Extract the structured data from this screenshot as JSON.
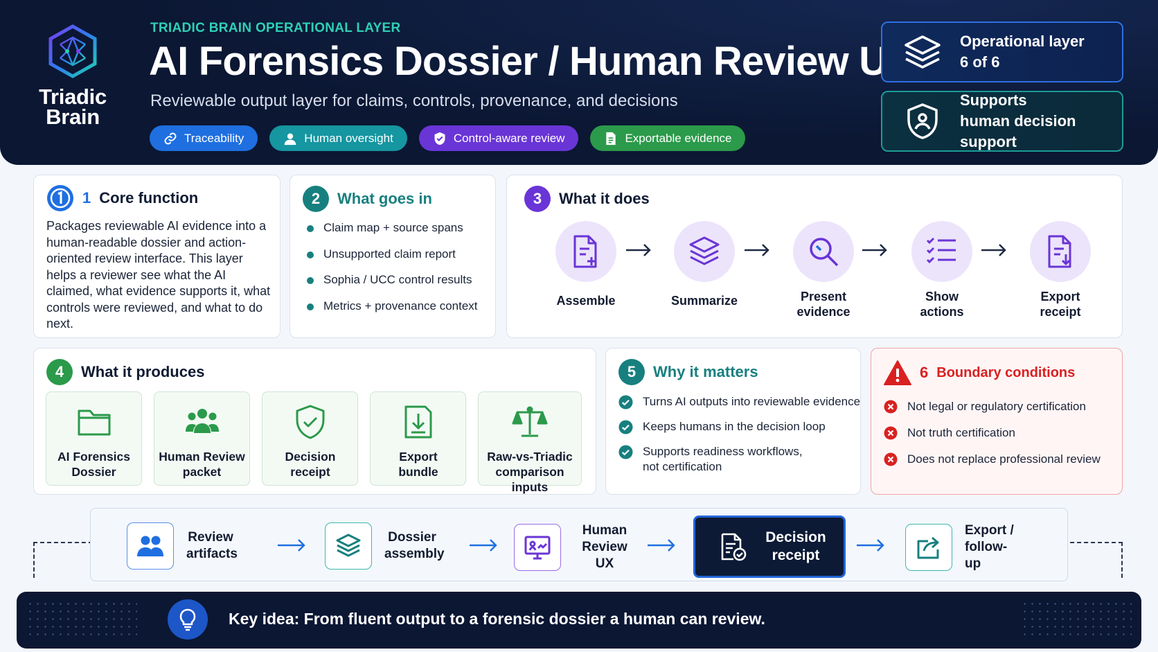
{
  "header": {
    "logo_text": "Triadic Brain",
    "eyebrow": "TRIADIC BRAIN OPERATIONAL LAYER",
    "title": "AI Forensics Dossier / Human Review UX",
    "subtitle": "Reviewable output layer for claims, controls, provenance, and decisions",
    "pills": [
      {
        "label": "Traceability",
        "icon": "link-icon",
        "color": "#1f6fe0"
      },
      {
        "label": "Human oversight",
        "icon": "person-icon",
        "color": "#1596a0"
      },
      {
        "label": "Control-aware review",
        "icon": "shield-check-icon",
        "color": "#6a35d6"
      },
      {
        "label": "Exportable evidence",
        "icon": "document-icon",
        "color": "#2b9a4a"
      }
    ],
    "layer_box": {
      "line1": "Operational layer",
      "line2": "6 of 6",
      "icon": "layers-icon"
    },
    "support_box": {
      "line1": "Supports",
      "line2": "human decision support",
      "icon": "shield-user-icon"
    }
  },
  "core_function": {
    "number": "1",
    "title": "Core function",
    "body": "Packages reviewable AI evidence into a human-readable dossier and action-oriented review interface. This layer helps a reviewer see what the AI claimed, what evidence supports it, what controls were reviewed, and what to do next."
  },
  "what_goes_in": {
    "number": "2",
    "title": "What goes in",
    "items": [
      "Claim map + source spans",
      "Unsupported claim report",
      "Sophia / UCC control results",
      "Metrics + provenance context"
    ]
  },
  "what_it_does": {
    "number": "3",
    "title": "What it does",
    "steps": [
      {
        "label": "Assemble",
        "icon": "document-plus-icon"
      },
      {
        "label": "Summarize",
        "icon": "layers-icon"
      },
      {
        "label": "Present evidence",
        "icon": "magnifier-icon"
      },
      {
        "label": "Show actions",
        "icon": "checklist-icon"
      },
      {
        "label": "Export receipt",
        "icon": "document-download-icon"
      }
    ]
  },
  "what_it_produces": {
    "number": "4",
    "title": "What it produces",
    "items": [
      {
        "label": "AI Forensics Dossier",
        "icon": "folder-icon"
      },
      {
        "label": "Human Review packet",
        "icon": "people-icon"
      },
      {
        "label": "Decision receipt",
        "icon": "shield-check-icon"
      },
      {
        "label": "Export bundle",
        "icon": "download-file-icon"
      },
      {
        "label": "Raw-vs-Triadic comparison inputs",
        "icon": "scales-icon"
      }
    ]
  },
  "why_it_matters": {
    "number": "5",
    "title": "Why it matters",
    "items": [
      "Turns AI outputs into reviewable evidence",
      "Keeps humans in the decision loop",
      "Supports readiness workflows, not certification"
    ]
  },
  "boundary": {
    "number": "6",
    "title": "Boundary conditions",
    "items": [
      "Not legal or regulatory certification",
      "Not truth certification",
      "Does not replace professional review"
    ]
  },
  "flow": [
    {
      "label": "Review artifacts",
      "icon": "people-icon"
    },
    {
      "label": "Dossier assembly",
      "icon": "layers-icon"
    },
    {
      "label": "Human Review UX",
      "icon": "monitor-icon"
    },
    {
      "label": "Decision receipt",
      "icon": "document-check-icon",
      "active": true
    },
    {
      "label": "Export / follow-up",
      "icon": "share-icon"
    }
  ],
  "footer": {
    "key_idea": "Key idea: From fluent output to a forensic dossier a human can review.",
    "icon": "lightbulb-icon"
  }
}
